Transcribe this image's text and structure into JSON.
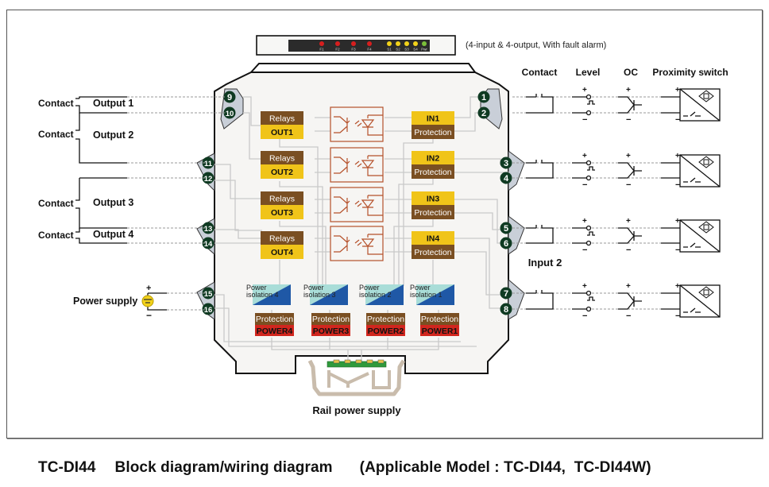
{
  "header": {
    "note": "(4-input & 4-output, With fault alarm)",
    "leds": [
      {
        "label": "F1",
        "color": "#d81e1e"
      },
      {
        "label": "F2",
        "color": "#d81e1e"
      },
      {
        "label": "F3",
        "color": "#d81e1e"
      },
      {
        "label": "F4",
        "color": "#d81e1e"
      },
      {
        "label": "S1",
        "color": "#f2d21a"
      },
      {
        "label": "S2",
        "color": "#f2d21a"
      },
      {
        "label": "S3",
        "color": "#f2d21a"
      },
      {
        "label": "S4",
        "color": "#f2d21a"
      },
      {
        "label": "Pwr",
        "color": "#7bbf3a"
      }
    ]
  },
  "left": {
    "outputs": [
      {
        "contact": "Contact",
        "label": "Output 1"
      },
      {
        "contact": "Contact",
        "label": "Output 2"
      },
      {
        "contact": "Contact",
        "label": "Output 3"
      },
      {
        "contact": "Contact",
        "label": "Output 4"
      }
    ],
    "power": {
      "label": "Power supply",
      "plus": "+",
      "minus": "−"
    }
  },
  "terminals": {
    "left": [
      "9",
      "10",
      "11",
      "12",
      "13",
      "14",
      "15",
      "16"
    ],
    "right": [
      "1",
      "2",
      "3",
      "4",
      "5",
      "6",
      "7",
      "8"
    ]
  },
  "module": {
    "relays": [
      {
        "top": "Relays",
        "bottom": "OUT1"
      },
      {
        "top": "Relays",
        "bottom": "OUT2"
      },
      {
        "top": "Relays",
        "bottom": "OUT3"
      },
      {
        "top": "Relays",
        "bottom": "OUT4"
      }
    ],
    "inputs": [
      {
        "top": "IN1",
        "bottom": "Protection"
      },
      {
        "top": "IN2",
        "bottom": "Protection"
      },
      {
        "top": "IN3",
        "bottom": "Protection"
      },
      {
        "top": "IN4",
        "bottom": "Protection"
      }
    ],
    "isolation": [
      {
        "line1": "Power",
        "line2": "isolation 4"
      },
      {
        "line1": "Power",
        "line2": "isolation 3"
      },
      {
        "line1": "Power",
        "line2": "isolation 2"
      },
      {
        "line1": "Power",
        "line2": "isolation 1"
      }
    ],
    "power_blocks": [
      {
        "top": "Protection",
        "bottom": "POWER4"
      },
      {
        "top": "Protection",
        "bottom": "POWER3"
      },
      {
        "top": "Protection",
        "bottom": "POWER2"
      },
      {
        "top": "Protection",
        "bottom": "POWER1"
      }
    ],
    "rail_label": "Rail power supply"
  },
  "right": {
    "headers": [
      "Contact",
      "Level",
      "OC",
      "Proximity switch"
    ],
    "input_label": "Input 2",
    "plus": "+",
    "minus": "−"
  },
  "colors": {
    "brown": "#7a4f22",
    "yellow": "#f0c419",
    "red": "#d1261e",
    "opto": "#b5502a",
    "teal": "#a9ddd8",
    "blue": "#1f58a6",
    "terminal": "#0f3a22",
    "housing": "#f6f5f3",
    "tab": "#c9cfd8",
    "wire": "#c9c9c9",
    "rail": "#c9bcac",
    "pcb": "#2f9a3c"
  },
  "caption": {
    "model": "TC-DI44",
    "title": "Block diagram/wiring diagram",
    "applicable": "(Applicable Model : TC-DI44,  TC-DI44W)"
  }
}
